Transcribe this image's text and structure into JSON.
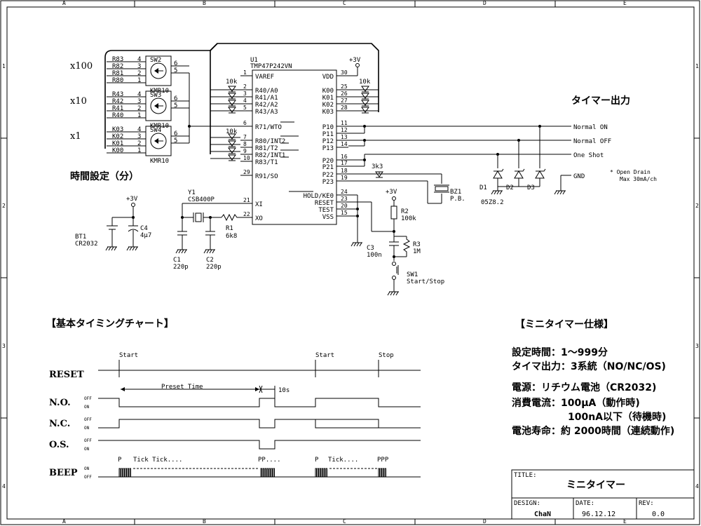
{
  "border": {
    "cols": [
      "A",
      "B",
      "C",
      "D",
      "E"
    ],
    "rows": [
      "1",
      "2",
      "3",
      "4"
    ]
  },
  "ic": {
    "ref": "U1",
    "part": "TMP47P242VN",
    "left_pins": [
      {
        "num": "1",
        "name": "VAREF"
      },
      {
        "num": "2",
        "name": "R40/A0"
      },
      {
        "num": "3",
        "name": "R41/A1"
      },
      {
        "num": "4",
        "name": "R42/A2"
      },
      {
        "num": "5",
        "name": "R43/A3"
      },
      {
        "num": "6",
        "name": "R71/WTO"
      },
      {
        "num": "7",
        "name": "R80/INT2"
      },
      {
        "num": "8",
        "name": "R81/T2"
      },
      {
        "num": "9",
        "name": "R82/INT1"
      },
      {
        "num": "10",
        "name": "R83/T1"
      },
      {
        "num": "29",
        "name": "R91/SO"
      },
      {
        "num": "21",
        "name": "XI"
      },
      {
        "num": "22",
        "name": "XO"
      }
    ],
    "right_pins": [
      {
        "num": "30",
        "name": "VDD"
      },
      {
        "num": "25",
        "name": "K00"
      },
      {
        "num": "26",
        "name": "K01"
      },
      {
        "num": "27",
        "name": "K02"
      },
      {
        "num": "28",
        "name": "K03"
      },
      {
        "num": "11",
        "name": "P10"
      },
      {
        "num": "12",
        "name": "P11"
      },
      {
        "num": "13",
        "name": "P12"
      },
      {
        "num": "14",
        "name": "P13"
      },
      {
        "num": "16",
        "name": "P20"
      },
      {
        "num": "17",
        "name": "P21"
      },
      {
        "num": "18",
        "name": "P22"
      },
      {
        "num": "19",
        "name": "P23"
      },
      {
        "num": "24",
        "name": "HOLD/KE0"
      },
      {
        "num": "23",
        "name": "RESET"
      },
      {
        "num": "20",
        "name": "TEST"
      },
      {
        "num": "15",
        "name": "VSS"
      }
    ]
  },
  "switches": [
    {
      "ref": "SW2",
      "part": "KMR10",
      "mult": "x100",
      "pins": [
        {
          "n": "R83",
          "p": "4"
        },
        {
          "n": "R82",
          "p": "3"
        },
        {
          "n": "R81",
          "p": "2"
        },
        {
          "n": "R80",
          "p": "1"
        }
      ]
    },
    {
      "ref": "SW3",
      "part": "KMR10",
      "mult": "x10",
      "pins": [
        {
          "n": "R43",
          "p": "4"
        },
        {
          "n": "R42",
          "p": "3"
        },
        {
          "n": "R41",
          "p": "2"
        },
        {
          "n": "R40",
          "p": "1"
        }
      ]
    },
    {
      "ref": "SW4",
      "part": "KMR10",
      "mult": "x1",
      "pins": [
        {
          "n": "K03",
          "p": "4"
        },
        {
          "n": "K02",
          "p": "3"
        },
        {
          "n": "K01",
          "p": "2"
        },
        {
          "n": "K00",
          "p": "1"
        }
      ]
    }
  ],
  "switch_common_pins": [
    "6",
    "5"
  ],
  "labels": {
    "time_setting": "時間設定（分）",
    "timer_output": "タイマー出力",
    "pullup_10k": "10k",
    "vcc": "+3V",
    "normal_on": "Normal ON",
    "normal_off": "Normal OFF",
    "one_shot": "One Shot",
    "gnd": "GND",
    "open_drain": "* Open Drain",
    "max_current": "Max 30mA/ch",
    "diodes": [
      "D1",
      "D2",
      "D3"
    ],
    "diode_part": "05Z8.2",
    "bz1": "BZ1",
    "bz1_part": "P.B.",
    "r_3k3": "3k3",
    "y1": "Y1",
    "y1_part": "CSB400P",
    "r1": "R1",
    "r1_val": "6k8",
    "c1": "C1",
    "c1_val": "220p",
    "c2": "C2",
    "c2_val": "220p",
    "bt1": "BT1",
    "bt1_val": "CR2032",
    "c4": "C4",
    "c4_val": "4μ7",
    "r2": "R2",
    "r2_val": "100k",
    "r3": "R3",
    "r3_val": "1M",
    "c3": "C3",
    "c3_val": "100n",
    "sw1": "SW1",
    "sw1_label": "Start/Stop"
  },
  "timing": {
    "title": "【基本タイミングチャート】",
    "rows": [
      "RESET",
      "N.O.",
      "N.C.",
      "O.S.",
      "BEEP"
    ],
    "off": "OFF",
    "on": "ON",
    "start": "Start",
    "stop": "Stop",
    "preset": "Preset Time",
    "ten_s": "10s",
    "p": "P",
    "tick": "Tick Tick....",
    "tick2": "Tick....",
    "pp": "PP....",
    "ppp": "PPP"
  },
  "spec": {
    "title": "【ミニタイマー仕様】",
    "lines": [
      "設定時間：1～999分",
      "タイマ出力：3系統（NO/NC/OS)",
      "電源：リチウム電池（CR2032)",
      "消費電流：100μA（動作時)",
      "100nA以下（待機時)",
      "電池寿命：約 2000時間（連続動作)"
    ]
  },
  "titleblock": {
    "title_label": "TITLE:",
    "title": "ミニタイマー",
    "design_label": "DESIGN:",
    "design": "ChaN",
    "date_label": "DATE:",
    "date": "96.12.12",
    "rev_label": "REV:",
    "rev": "0.0"
  }
}
